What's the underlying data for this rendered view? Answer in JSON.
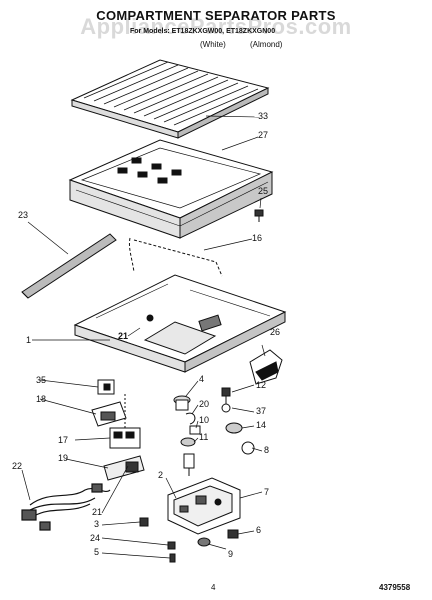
{
  "title": "COMPARTMENT SEPARATOR PARTS",
  "watermark": "AppliancePartsPros.com",
  "subtitle": {
    "for_models": "For Models: ET18ZKXGW00, ET18ZKXGN00",
    "color_white": "(White)",
    "color_almond": "(Almond)"
  },
  "callouts": [
    "33",
    "27",
    "25",
    "23",
    "16",
    "1",
    "21",
    "26",
    "35",
    "4",
    "12",
    "37",
    "18",
    "20",
    "10",
    "14",
    "17",
    "11",
    "19",
    "8",
    "22",
    "2",
    "7",
    "21",
    "3",
    "6",
    "24",
    "5",
    "9"
  ],
  "page_number": "4",
  "document_number": "4379558"
}
